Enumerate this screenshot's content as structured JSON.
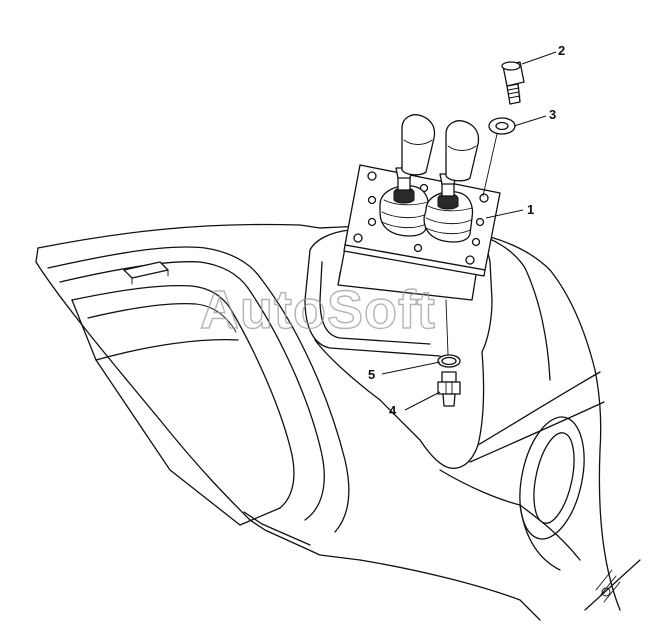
{
  "watermark": "AutoSoft",
  "callouts": [
    {
      "id": "1",
      "label": "1"
    },
    {
      "id": "2",
      "label": "2"
    },
    {
      "id": "3",
      "label": "3"
    },
    {
      "id": "4",
      "label": "4"
    },
    {
      "id": "5",
      "label": "5"
    }
  ]
}
